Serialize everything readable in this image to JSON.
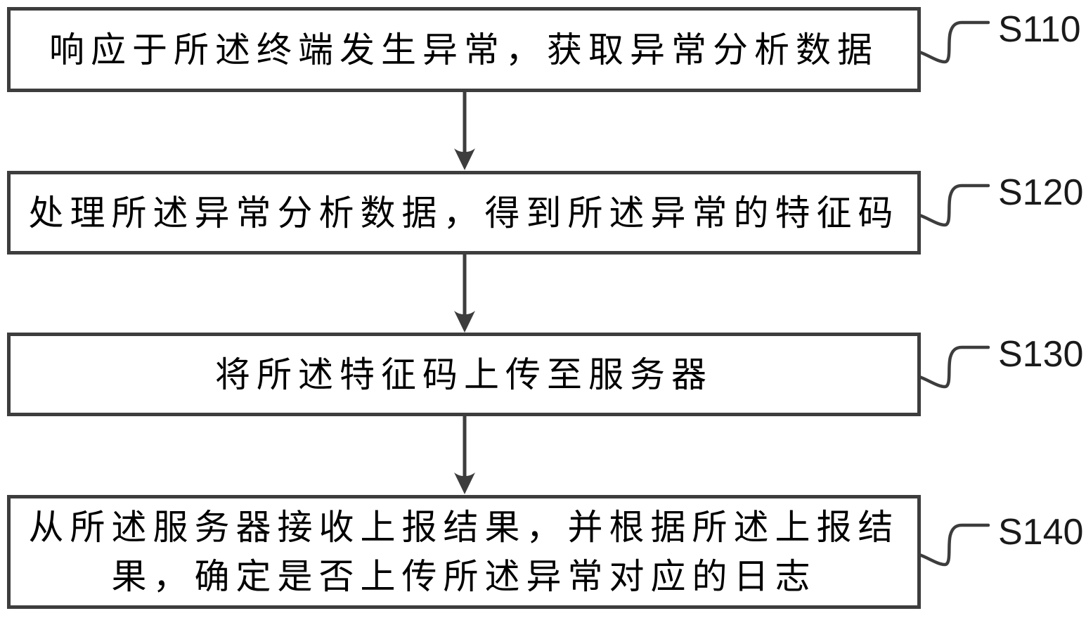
{
  "figure": {
    "type": "flowchart",
    "steps": [
      {
        "id": "S110",
        "lines": [
          "响应于所述终端发生异常，获取异常分析数据"
        ]
      },
      {
        "id": "S120",
        "lines": [
          "处理所述异常分析数据，得到所述异常的特征码"
        ]
      },
      {
        "id": "S130",
        "lines": [
          "将所述特征码上传至服务器"
        ]
      },
      {
        "id": "S140",
        "lines": [
          "从所述服务器接收上报结果，并根据所述上报结",
          "果，确定是否上传所述异常对应的日志"
        ]
      }
    ],
    "colors": {
      "line": "#3d3d3d",
      "text": "#000000",
      "label": "#1a1a1a",
      "background": "#ffffff"
    }
  }
}
